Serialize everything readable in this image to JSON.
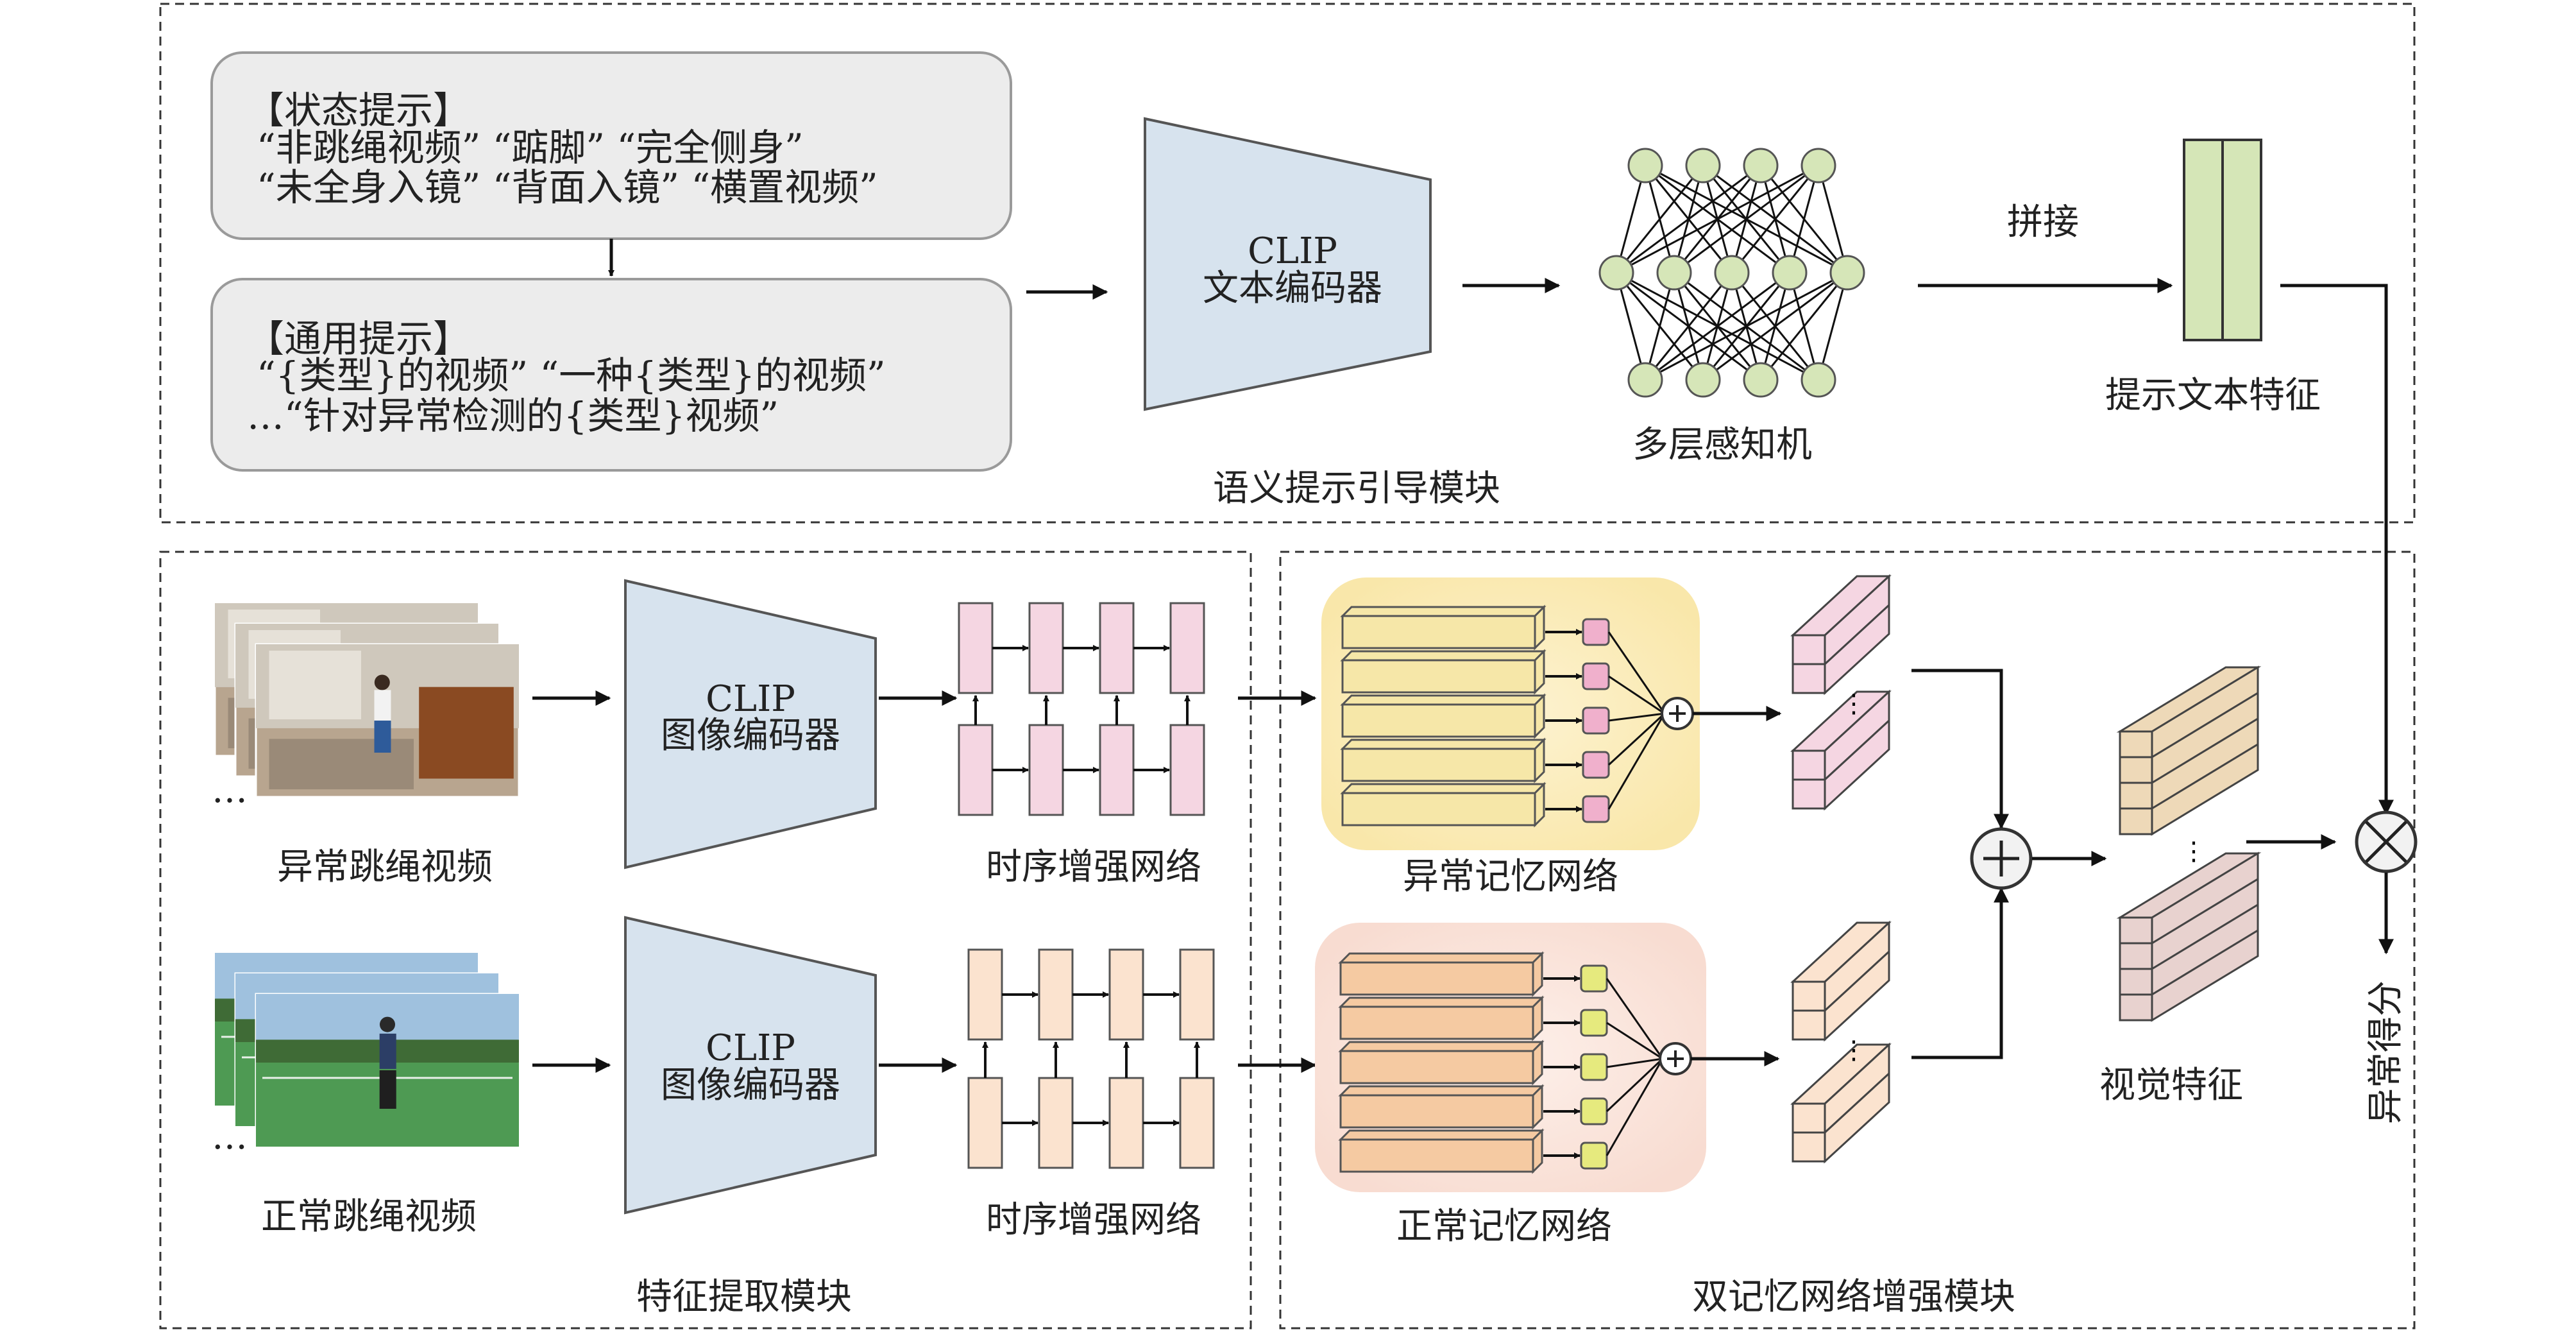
{
  "top_module": {
    "status_prompt": {
      "title": "【状态提示】",
      "line1": "“非跳绳视频” “踮脚” “完全侧身”",
      "line2": "“未全身入镜” “背面入镜” “横置视频”"
    },
    "general_prompt": {
      "title": "【通用提示】",
      "line1": "“{类型}的视频” “一种{类型}的视频”",
      "line2": "…“针对异常检测的{类型}视频”"
    },
    "clip_text": {
      "line1": "CLIP",
      "line2": "文本编码器"
    },
    "mlp_label": "多层感知机",
    "concat_label": "拼接",
    "text_feature_label": "提示文本特征",
    "module_label": "语义提示引导模块"
  },
  "feature_module": {
    "abnormal_video_label": "异常跳绳视频",
    "normal_video_label": "正常跳绳视频",
    "clip_image": {
      "line1": "CLIP",
      "line2": "图像编码器"
    },
    "temporal_label": "时序增强网络",
    "ellipsis": "…",
    "module_label": "特征提取模块"
  },
  "memory_module": {
    "abnormal_memory_label": "异常记忆网络",
    "normal_memory_label": "正常记忆网络",
    "visual_feature_label": "视觉特征",
    "anomaly_score_label": "异常得分",
    "module_label": "双记忆网络增强模块"
  },
  "colors": {
    "encoder_fill": "#d7e3ee",
    "abnormal_pink": "#f5d6e2",
    "normal_peach": "#fbe3cf",
    "memory_yellow_bg": "#fbeec2",
    "memory_pink_bg": "#fbe3dc",
    "bar_yellow": "#f6e7a8",
    "bar_orange": "#f5caa2",
    "slot_pink": "#f0b0cc",
    "slot_yellow": "#e6ea7e",
    "mlp_node": "#d6e6b8",
    "text_feature": "#d5e6b7"
  }
}
